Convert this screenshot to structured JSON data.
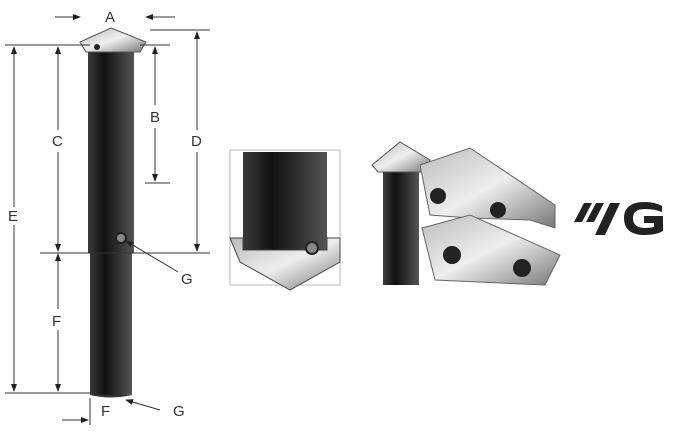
{
  "dimensions": {
    "A": "A",
    "B": "B",
    "C": "C",
    "D": "D",
    "E": "E",
    "F_upper": "F",
    "F_lower": "F",
    "G_upper": "G",
    "G_lower": "G"
  },
  "logo": {
    "text": "YG"
  },
  "colors": {
    "steel_dark": "#1e1e1e",
    "steel_mid": "#555555",
    "line": "#333333"
  }
}
